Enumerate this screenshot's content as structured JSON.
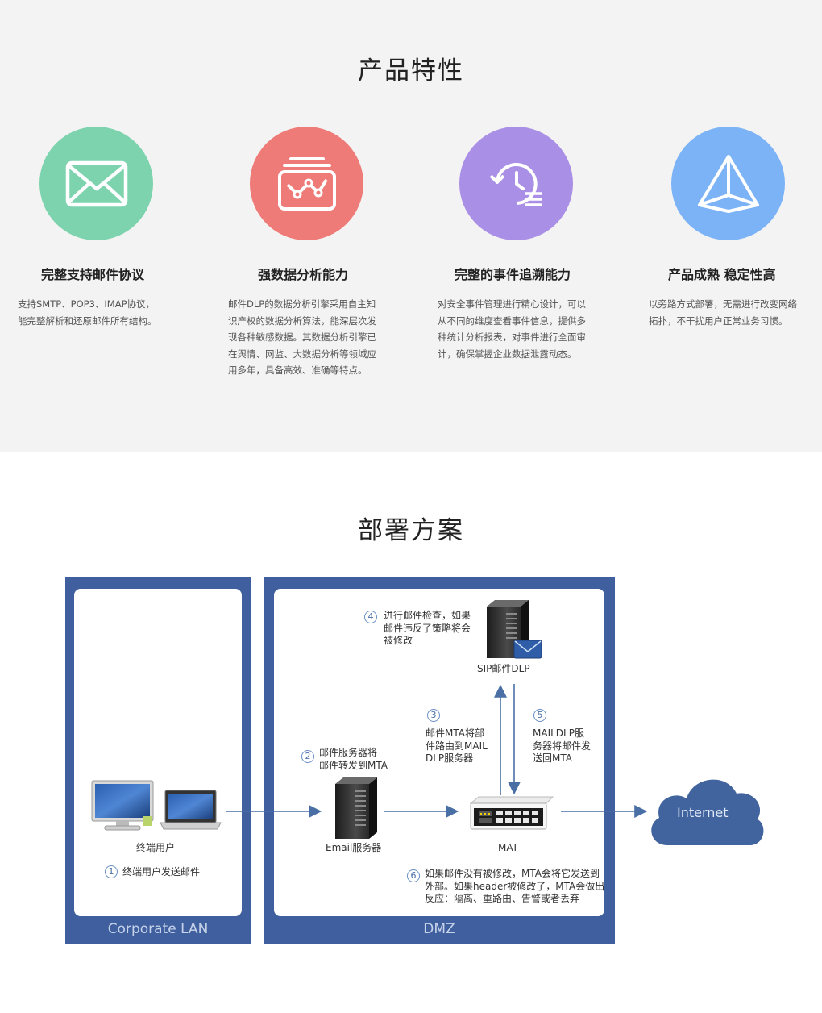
{
  "features": {
    "title": "产品特性",
    "items": [
      {
        "title": "完整支持邮件协议",
        "lines": [
          "支持SMTP、POP3、IMAP协议，",
          "能完整解析和还原邮件所有结构。"
        ],
        "color": "#7dd3ae",
        "icon": "envelope-icon"
      },
      {
        "title": "强数据分析能力",
        "lines": [
          "邮件DLP的数据分析引擎采用自主知",
          "识产权的数据分析算法，能深层次发",
          "现各种敏感数据。其数据分析引擎已",
          "在舆情、网监、大数据分析等领域应",
          "用多年，具备高效、准确等特点。"
        ],
        "color": "#ee7b78",
        "icon": "analytics-chart-icon"
      },
      {
        "title": "完整的事件追溯能力",
        "lines": [
          "对安全事件管理进行精心设计，可以",
          "从不同的维度查看事件信息，提供多",
          "种统计分析报表，对事件进行全面审",
          "计，确保掌握企业数据泄露动态。"
        ],
        "color": "#a98fe6",
        "icon": "history-icon"
      },
      {
        "title": "产品成熟  稳定性高",
        "lines": [
          "以旁路方式部署，无需进行改变网络",
          "拓扑，不干扰用户正常业务习惯。"
        ],
        "color": "#7cb3f6",
        "icon": "pyramid-icon"
      }
    ]
  },
  "deployment": {
    "title": "部署方案",
    "zones": {
      "corporate": "Corporate LAN",
      "dmz": "DMZ"
    },
    "nodes": {
      "users": "终端用户",
      "email_server": "Email服务器",
      "mat": "MAT",
      "sip": "SIP邮件DLP",
      "internet": "Internet"
    },
    "steps": {
      "s1": {
        "num": "1",
        "lines": [
          "终端用户发送邮件"
        ]
      },
      "s2": {
        "num": "2",
        "lines": [
          "邮件服务器将",
          "邮件转发到MTA"
        ]
      },
      "s3": {
        "num": "3",
        "lines": [
          "邮件MTA将部",
          "件路由到MAIL",
          "DLP服务器"
        ]
      },
      "s4": {
        "num": "4",
        "lines": [
          "进行邮件检查，如果",
          "邮件违反了策略将会",
          "被修改"
        ]
      },
      "s5": {
        "num": "5",
        "lines": [
          "MAILDLP服",
          "务器将邮件发",
          "送回MTA"
        ]
      },
      "s6": {
        "num": "6",
        "lines": [
          "如果邮件没有被修改，MTA会将它发送到",
          "外部。如果header被修改了，MTA会做出",
          "反应：隔离、重路由、告警或者丢弃"
        ]
      }
    },
    "colors": {
      "zone": "#3f5f9e",
      "arrow": "#4a6fa5",
      "cloud": "#41649e"
    }
  }
}
